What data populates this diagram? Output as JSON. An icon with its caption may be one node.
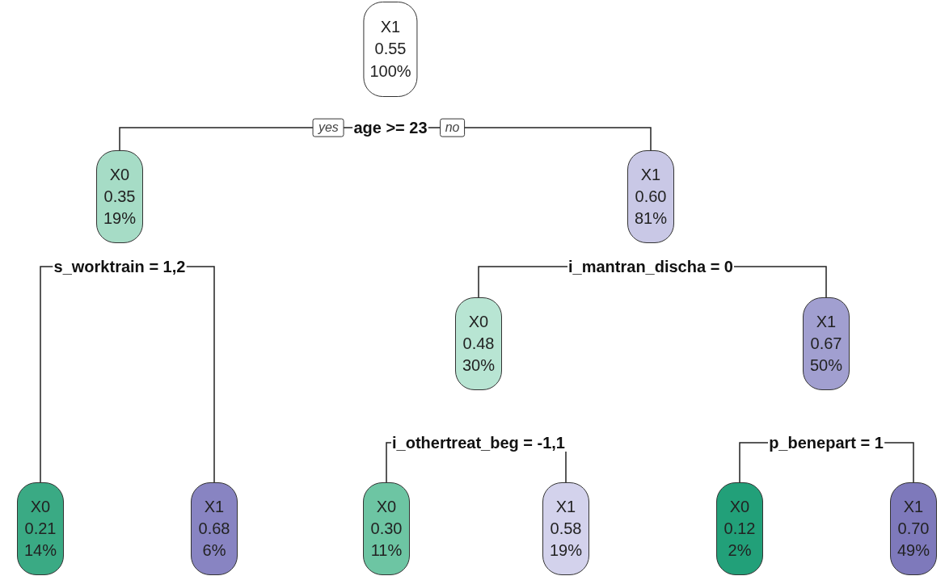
{
  "diagram": {
    "nodes": [
      {
        "text": [
          "X1",
          "0.55",
          "100%"
        ]
      },
      {
        "text": [
          "age >= 23"
        ]
      },
      {
        "text": [
          "X0",
          "0.35",
          "19%"
        ]
      },
      {
        "text": [
          "X1",
          "0.60",
          "81%"
        ]
      },
      {
        "text": [
          "s_worktrain = 1,2"
        ]
      },
      {
        "text": [
          "i_mantran_discha = 0"
        ]
      },
      {
        "text": [
          "X0",
          "0.48",
          "30%"
        ]
      },
      {
        "text": [
          "X1",
          "0.67",
          "50%"
        ]
      },
      {
        "text": [
          "i_othertreat_beg = -1,1"
        ]
      },
      {
        "text": [
          "p_benepart = 1"
        ]
      },
      {
        "text": [
          "X0",
          "0.21",
          "14%"
        ]
      },
      {
        "text": [
          "X1",
          "0.68",
          "6%"
        ]
      },
      {
        "text": [
          "X0",
          "0.30",
          "11%"
        ]
      },
      {
        "text": [
          "X1",
          "0.58",
          "19%"
        ]
      },
      {
        "text": [
          "X0",
          "0.12",
          "2%"
        ]
      },
      {
        "text": [
          "X1",
          "0.70",
          "49%"
        ]
      }
    ],
    "edges": [
      {
        "from": 1,
        "to": 2,
        "arrow": "none",
        "label": "yes"
      },
      {
        "from": 1,
        "to": 3,
        "arrow": "none",
        "label": "no"
      },
      {
        "from": 4,
        "to": 10,
        "arrow": "none"
      },
      {
        "from": 4,
        "to": 11,
        "arrow": "none"
      },
      {
        "from": 5,
        "to": 6,
        "arrow": "none"
      },
      {
        "from": 5,
        "to": 7,
        "arrow": "none"
      },
      {
        "from": 8,
        "to": 12,
        "arrow": "none"
      },
      {
        "from": 8,
        "to": 13,
        "arrow": "none"
      },
      {
        "from": 9,
        "to": 14,
        "arrow": "none"
      },
      {
        "from": 9,
        "to": 15,
        "arrow": "none"
      }
    ]
  }
}
